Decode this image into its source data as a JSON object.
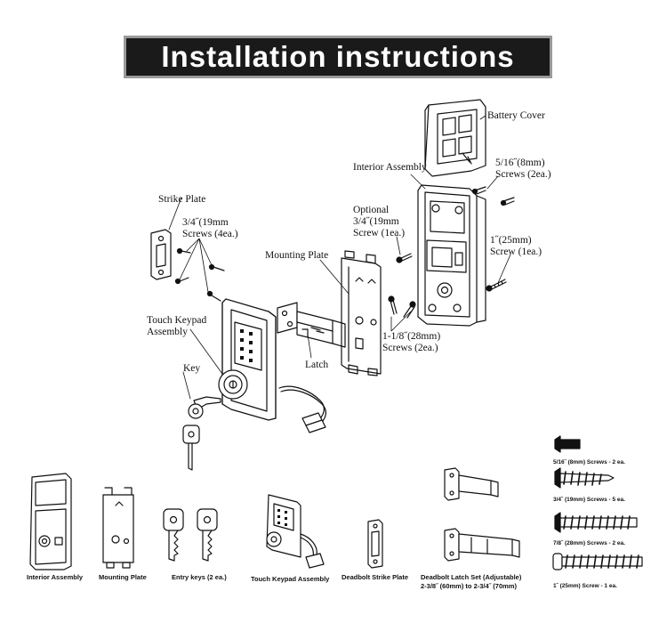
{
  "banner": {
    "title": "Installation instructions"
  },
  "labels": {
    "battery_cover": "Battery Cover",
    "interior_assembly": "Interior Assembly",
    "screws_5_16": "5/16˝(8mm)\nScrews (2ea.)",
    "strike_plate": "Strike Plate",
    "screws_3_4": "3/4˝(19mm\nScrews (4ea.)",
    "optional_screw": "Optional\n3/4˝(19mm\nScrew  (1ea.)",
    "screw_1in": "1˝(25mm)\nScrew (1ea.)",
    "mounting_plate": "Mounting Plate",
    "touch_keypad": "Touch Keypad\nAssembly",
    "key": "Key",
    "latch": "Latch",
    "screws_1_1_8": "1-1/8˝(28mm)\nScrews (2ea.)"
  },
  "parts": [
    {
      "id": "interior",
      "label": "Interior Assembly"
    },
    {
      "id": "mounting",
      "label": "Mounting Plate"
    },
    {
      "id": "keys",
      "label": "Entry keys (2 ea.)"
    },
    {
      "id": "keypad",
      "label": "Touch Keypad Assembly"
    },
    {
      "id": "strike",
      "label": "Deadbolt Strike Plate"
    },
    {
      "id": "latchset",
      "label": "Deadbolt Latch Set (Adjustable)",
      "label2": "2-3/8˝ (60mm) to 2-3/4˝ (70mm)"
    }
  ],
  "screws": [
    {
      "label": "5/16˝ (8mm) Screws - 2 ea."
    },
    {
      "label": "3/4˝ (19mm) Screws - 5 ea."
    },
    {
      "label": "7/8˝ (28mm) Screws - 2 ea."
    },
    {
      "label": "1˝ (25mm) Screw - 1 ea."
    }
  ]
}
